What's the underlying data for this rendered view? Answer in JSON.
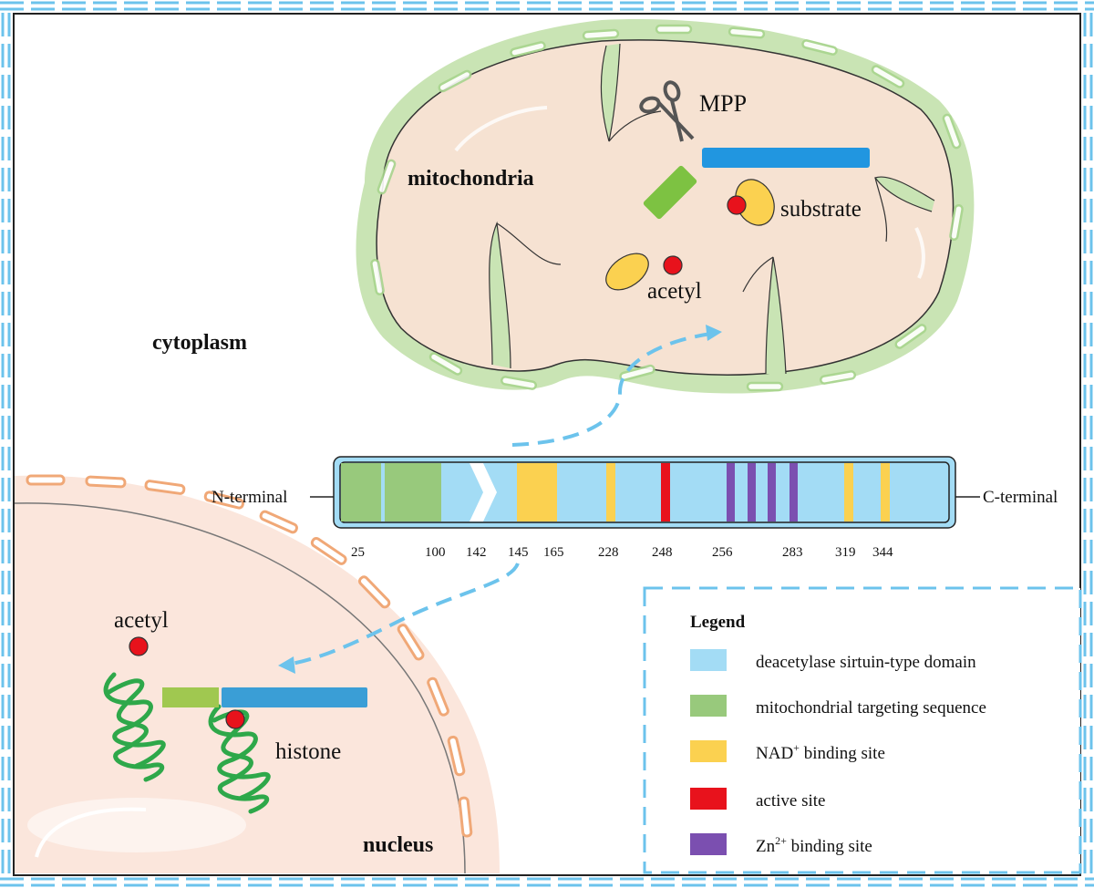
{
  "labels": {
    "mitochondria": "mitochondria",
    "cytoplasm": "cytoplasm",
    "nucleus": "nucleus",
    "mpp": "MPP",
    "substrate": "substrate",
    "acetyl_mito": "acetyl",
    "acetyl_nucleus": "acetyl",
    "histone": "histone",
    "n_terminal": "N-terminal",
    "c_terminal": "C-terminal"
  },
  "protein": {
    "ticks": [
      "25",
      "100",
      "142",
      "145",
      "165",
      "228",
      "248",
      "256",
      "283",
      "319",
      "344"
    ]
  },
  "legend": {
    "title": "Legend",
    "items": [
      {
        "label": "deacetylase sirtuin-type domain",
        "color": "#a3dcf5"
      },
      {
        "label": "mitochondrial targeting sequence",
        "color": "#98c97c"
      },
      {
        "label": "NAD",
        "sup": "+",
        "suffix": " binding site",
        "color": "#fbd150"
      },
      {
        "label": "active site",
        "color": "#e8121c"
      },
      {
        "label": "Zn",
        "sup": "2+",
        "suffix": " binding site",
        "color": "#7b4fb0"
      }
    ]
  },
  "colors": {
    "sirtuin_domain": "#a3dcf5",
    "mts": "#98c97c",
    "nad": "#fbd150",
    "active": "#e8121c",
    "zinc": "#7b4fb0",
    "dash_blue": "#6cc3ec",
    "mito_fill": "#f6e2d2",
    "mito_membrane": "#c9e4b4",
    "nucleus_fill": "#fbe6dc",
    "nucleus_pore": "#f0a877",
    "helix": "#2ea84a",
    "blue_bar": "#2196e0"
  }
}
